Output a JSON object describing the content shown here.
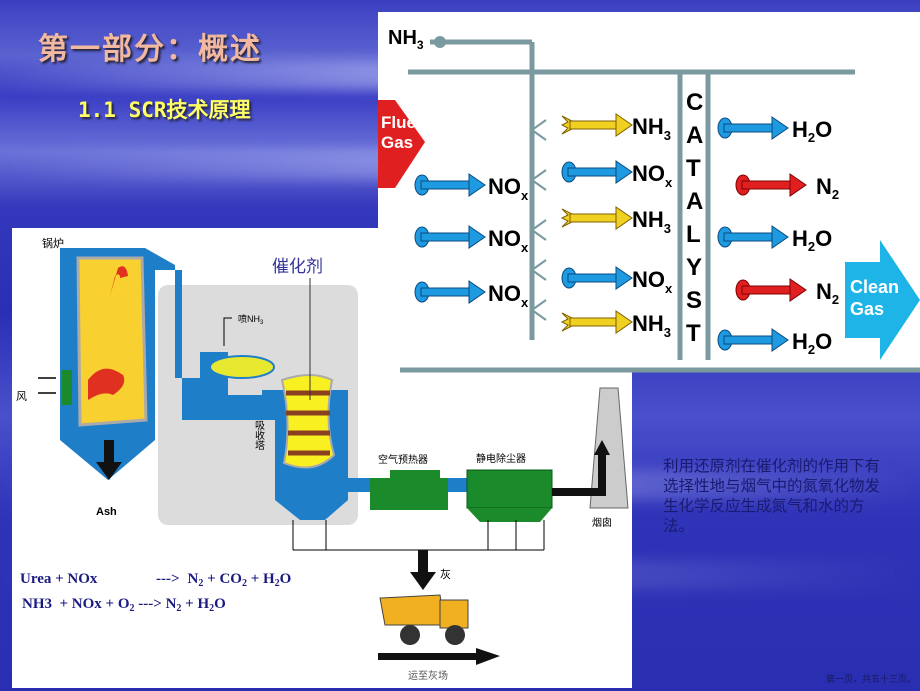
{
  "slide": {
    "title": "第一部分：概述",
    "subtitle": "1.1 SCR技术原理",
    "description": "利用还原剂在催化剂的作用下有选择性地与烟气中的氮氧化物发生化学反应生成氮气和水的方法。",
    "footer": "第一页，共五十三页。"
  },
  "scr_diagram": {
    "nh3_inlet": "NH",
    "nh3_sub": "3",
    "flue_gas": [
      "Flue",
      "Gas"
    ],
    "clean_gas": [
      "Clean",
      "Gas"
    ],
    "catalyst_letters": [
      "C",
      "A",
      "T",
      "A",
      "L",
      "Y",
      "S",
      "T"
    ],
    "nox": "NO",
    "nox_sub": "x",
    "nh3": "NH",
    "nh3_sub2": "3",
    "h2o_h": "H",
    "h2o_2": "2",
    "h2o_o": "O",
    "n2": "N",
    "n2_sub": "2",
    "colors": {
      "blue": "#1e9be0",
      "yellow": "#f0d020",
      "red": "#e02020",
      "gray": "#7a9aa0"
    }
  },
  "plant_diagram": {
    "boiler": "锅炉",
    "wind": "风",
    "ash": "Ash",
    "catalyst": "催化剂",
    "nh3_spray": "喷NH",
    "nh3_spray_sub": "3",
    "absorber": "吸收塔",
    "air_preheater": "空气预热器",
    "esp": "静电除尘器",
    "chimney": "烟囱",
    "ash_cn": "灰",
    "to_ash_yard": "运至灰场",
    "eq1": {
      "lhs": "Urea + NOx",
      "arrow": "--->",
      "rhs_a": "N",
      "s1": "2",
      "rhs_b": " + CO",
      "s2": "2",
      "rhs_c": " + H",
      "s3": "2",
      "rhs_d": "O"
    },
    "eq2": {
      "lhs": "NH3  + NOx + O",
      "s0": "2",
      "arrow": " ---> ",
      "rhs_a": "N",
      "s1": "2",
      "rhs_b": " + H",
      "s2": "2",
      "rhs_c": "O"
    }
  }
}
